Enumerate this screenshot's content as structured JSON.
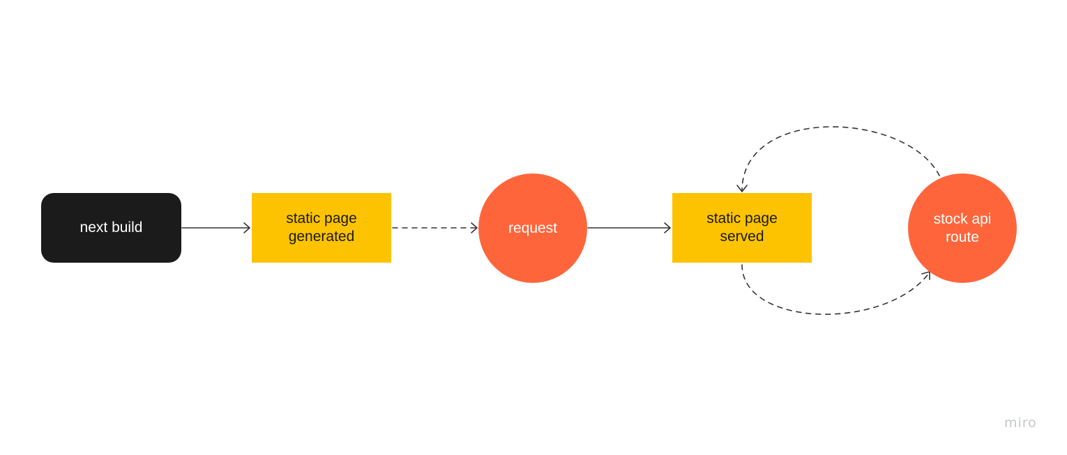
{
  "nodes": {
    "next_build": {
      "label": "next build",
      "color": "#1b1b1b"
    },
    "static_generated": {
      "label": "static page\ngenerated",
      "color": "#fdc300"
    },
    "request": {
      "label": "request",
      "color": "#ff653b"
    },
    "static_served": {
      "label": "static page\nserved",
      "color": "#fdc300"
    },
    "stock_api": {
      "label": "stock api\nroute",
      "color": "#ff653b"
    }
  },
  "edges": [
    {
      "from": "next build",
      "to": "static page generated",
      "style": "solid"
    },
    {
      "from": "static page generated",
      "to": "request",
      "style": "dashed"
    },
    {
      "from": "request",
      "to": "static page served",
      "style": "solid"
    },
    {
      "from": "static page served",
      "to": "stock api route",
      "style": "dashed"
    },
    {
      "from": "stock api route",
      "to": "static page served",
      "style": "dashed"
    }
  ],
  "edge_color": "#333333",
  "watermark": "miro"
}
